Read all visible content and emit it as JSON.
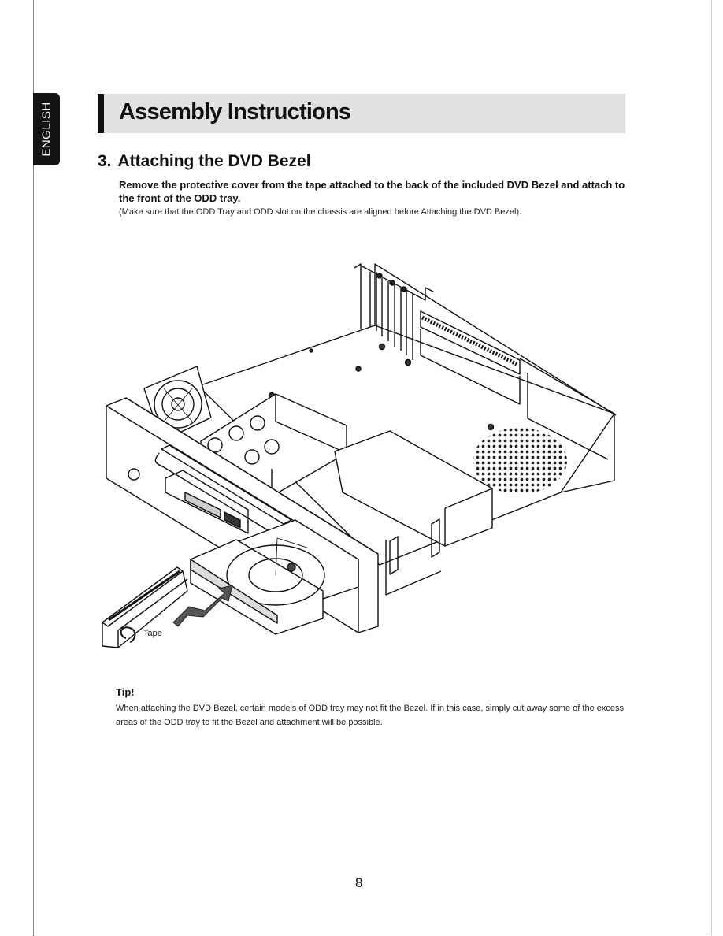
{
  "sidebar": {
    "language_tab": "ENGLISH"
  },
  "header": {
    "title": "Assembly Instructions"
  },
  "section": {
    "number": "3.",
    "title": "Attaching the DVD Bezel",
    "instruction": "Remove the protective cover from the tape attached to the back of the included DVD Bezel and attach to the front of the ODD tray.",
    "note": "(Make sure that the ODD Tray and ODD slot on the chassis are aligned before Attaching the DVD Bezel)."
  },
  "figure": {
    "tape_label": "Tape"
  },
  "tip": {
    "title": "Tip!",
    "body": "When attaching the DVD Bezel, certain models of ODD tray may not fit the Bezel. If in this case, simply cut away some of the excess areas of the ODD tray to fit the Bezel and attachment will be possible."
  },
  "footer": {
    "page_number": "8"
  },
  "colors": {
    "header_band": "#e1e1e1",
    "tab_bg": "#141414",
    "text": "#111111"
  }
}
